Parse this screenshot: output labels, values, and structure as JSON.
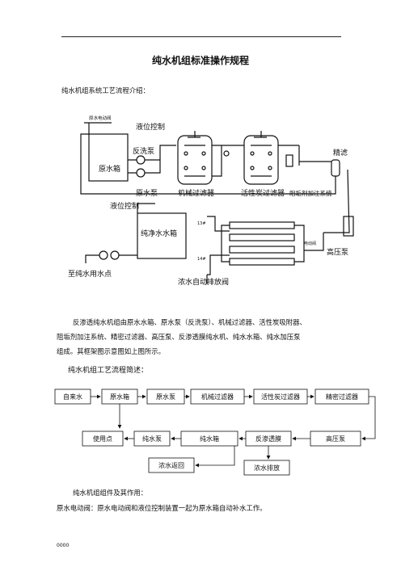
{
  "header": {
    "title": "纯水机组标准操作规程"
  },
  "intro": "纯水机组系统工艺流程介绍：",
  "diagram1": {
    "labels": {
      "motor_valve": "原水电动阀",
      "level_control_top": "液位控制",
      "backwash_pump": "反洗泵",
      "raw_tank": "原水箱",
      "raw_pump": "原水泵",
      "mech_filter": "机械过滤器",
      "carbon_filter": "活性炭过滤器",
      "antiscalant": "阻垢剂加注系统",
      "precision_filter": "精滤",
      "level_control_bottom": "液位控制",
      "pure_tank": "纯净水水箱",
      "to_point": "至纯水用水点",
      "high_pressure": "高压泵",
      "motor_valve_small": "电动阀",
      "auto_drain": "浓水自动排放阀",
      "num1": "13#",
      "num2": "14#"
    }
  },
  "para1": [
    "反渗透纯水机组由原水水箱、原水泵（反洗泵）、机械过滤器、活性炭吸附器、",
    "阻垢剂加注系统、精密过滤器、高压泵、反渗透膜纯水机、纯水水箱、纯水加压泵",
    "组成。其框架图示意图如上图所示。"
  ],
  "flow_heading": "纯水机组工艺流程简述：",
  "flow": {
    "tap": "自来水",
    "raw_tank": "原水箱",
    "raw_pump": "原水泵",
    "mech": "机械过滤器",
    "carbon": "活性炭过滤器",
    "precision": "精密过滤器",
    "hp": "高压泵",
    "ro": "反渗透膜",
    "pure_tank": "纯水箱",
    "pure_pump": "纯水泵",
    "use_point": "使用点",
    "reflux": "浓水返回",
    "drain": "浓水排放"
  },
  "components_heading": "纯水机组组件及其作用：",
  "components_line": "原水电动阀：原水电动阀和液位控制装置一起为原水箱自动补水工作。",
  "page_number": "0000"
}
